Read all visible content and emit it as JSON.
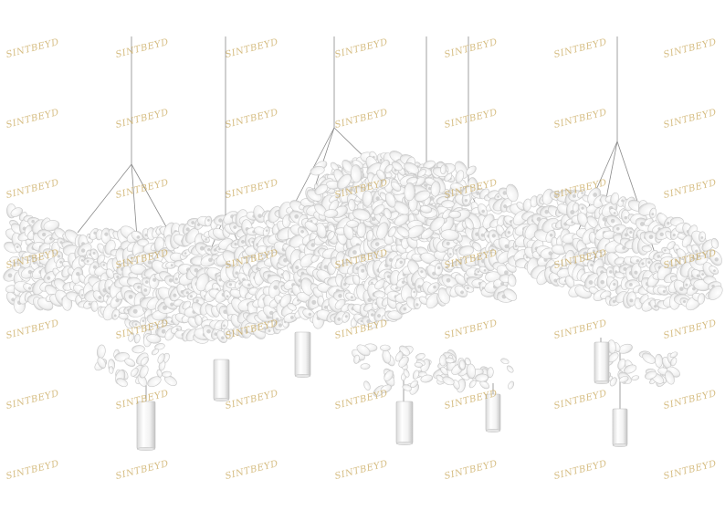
{
  "watermark": {
    "text": "SINTBEYD",
    "color": "#c9a85a",
    "grid_rows": 7,
    "grid_cols": 7
  },
  "product": {
    "colors": {
      "petal": "#ffffff",
      "petal_edge": "#c8c8c8",
      "petal_shadow": "#b5b5b5",
      "cable": "#8a8a8a",
      "cylinder": "#f7f7f7",
      "cylinder_shade": "#d6d6d6"
    }
  }
}
